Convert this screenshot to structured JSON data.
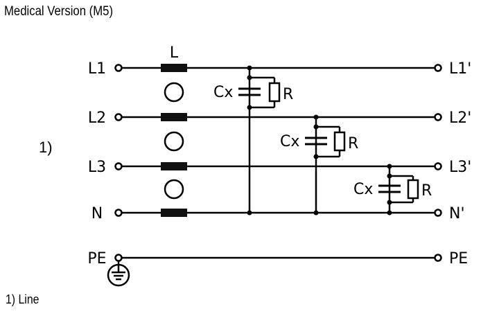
{
  "title": "Medical Version (M5)",
  "footnote": "1) Line",
  "inputs": [
    "L1",
    "L2",
    "L3",
    "N",
    "PE"
  ],
  "outputs": [
    "L1'",
    "L2'",
    "L3'",
    "N'",
    "PE"
  ],
  "inductor_label": "L",
  "line_ref": "1)",
  "capacitor_label": "Cx",
  "resistor_label": "R",
  "ground_symbol": "protective-earth-icon"
}
